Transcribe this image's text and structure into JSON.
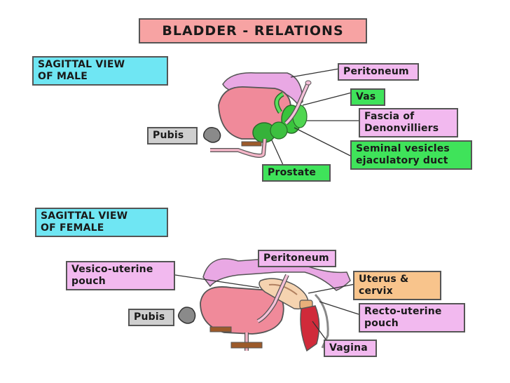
{
  "title": "BLADDER - RELATIONS",
  "male": {
    "heading": "SAGITTAL VIEW\nOF MALE",
    "labels": {
      "peritoneum": "Peritoneum",
      "vas": "Vas",
      "fascia": "Fascia of\nDenonvilliers",
      "seminal": "Seminal vesicles\nejaculatory duct",
      "prostate": "Prostate",
      "pubis": "Pubis"
    }
  },
  "female": {
    "heading": "SAGITTAL VIEW\nOF FEMALE",
    "labels": {
      "peritoneum": "Peritoneum",
      "vesico": "Vesico-uterine\npouch",
      "uterus": "Uterus &\ncervix",
      "recto": "Recto-uterine\npouch",
      "pubis": "Pubis",
      "vagina": "Vagina"
    }
  },
  "colors": {
    "pink_label": "#f2b9ef",
    "title_bg": "#f7a3a3",
    "heading_bg": "#6fe6f3",
    "green_label": "#3fe35a",
    "grey_label": "#cfcfcf",
    "peach_label": "#f8c48c",
    "bladder": "#f08a9a",
    "peritoneum": "#e8a0e0"
  }
}
